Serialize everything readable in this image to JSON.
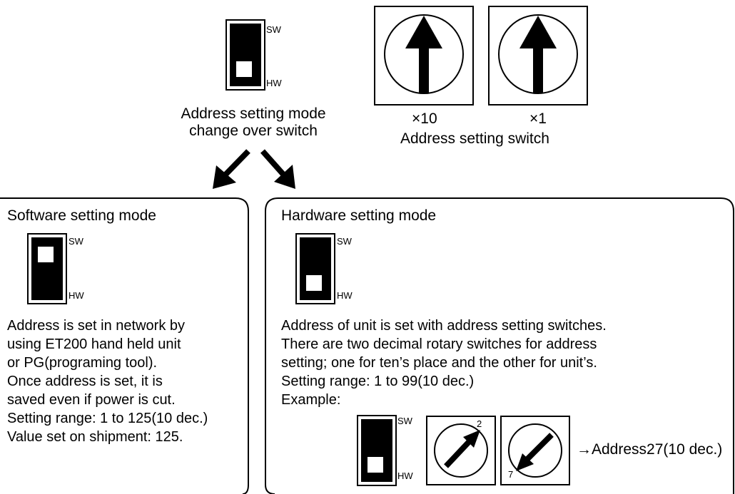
{
  "top": {
    "sw_label": "SW",
    "hw_label": "HW",
    "mode_switch_caption_line1": "Address setting mode",
    "mode_switch_caption_line2": "change over switch",
    "multiplier_10": "×10",
    "multiplier_1": "×1",
    "address_switch_caption": "Address setting switch"
  },
  "software_panel": {
    "title": "Software setting mode",
    "sw_label": "SW",
    "hw_label": "HW",
    "lines": [
      "Address is set in network by",
      "using ET200 hand held unit",
      "or PG(programing tool).",
      "Once address is set, it is",
      "saved even if power is cut.",
      "Setting range: 1 to 125(10 dec.)",
      "Value set on shipment: 125."
    ]
  },
  "hardware_panel": {
    "title": "Hardware setting mode",
    "sw_label": "SW",
    "hw_label": "HW",
    "lines": [
      "Address of unit is set with address setting switches.",
      "There are two decimal rotary switches for address",
      "setting; one for ten’s place and the other for unit’s.",
      "Setting range: 1 to 99(10 dec.)"
    ],
    "example_label": "Example:",
    "example": {
      "sw_label": "SW",
      "hw_label": "HW",
      "tens_digit": "2",
      "units_digit": "7",
      "result": "→Address27(10 dec.)"
    }
  }
}
